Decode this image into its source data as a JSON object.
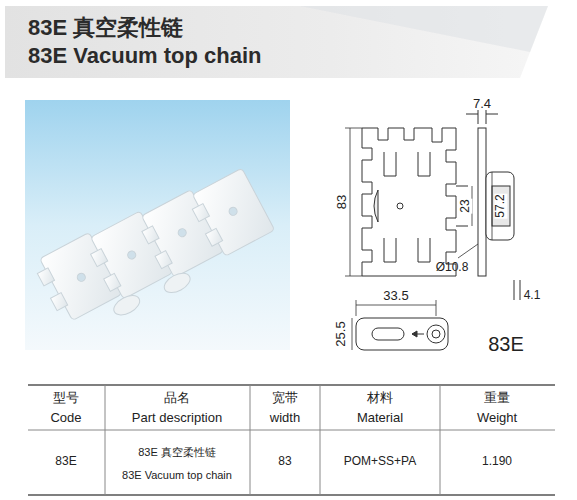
{
  "diagram": {
    "nodes": [
      {
        "text": [
          "83E 真空柔性链",
          "83E Vacuum top chain"
        ]
      }
    ],
    "labels": [
      "7.4",
      "83",
      "23",
      "57.2",
      "Ø10.8",
      "4.1",
      "33.5",
      "25.5",
      "83E",
      "型号",
      "Code",
      "品名",
      "Part description",
      "宽带",
      "width",
      "材料",
      "Material",
      "重量",
      "Weight",
      "83E",
      "83E 真空柔性链",
      "83E Vacuum top chain",
      "83",
      "POM+SS+PA",
      "1.190"
    ]
  }
}
